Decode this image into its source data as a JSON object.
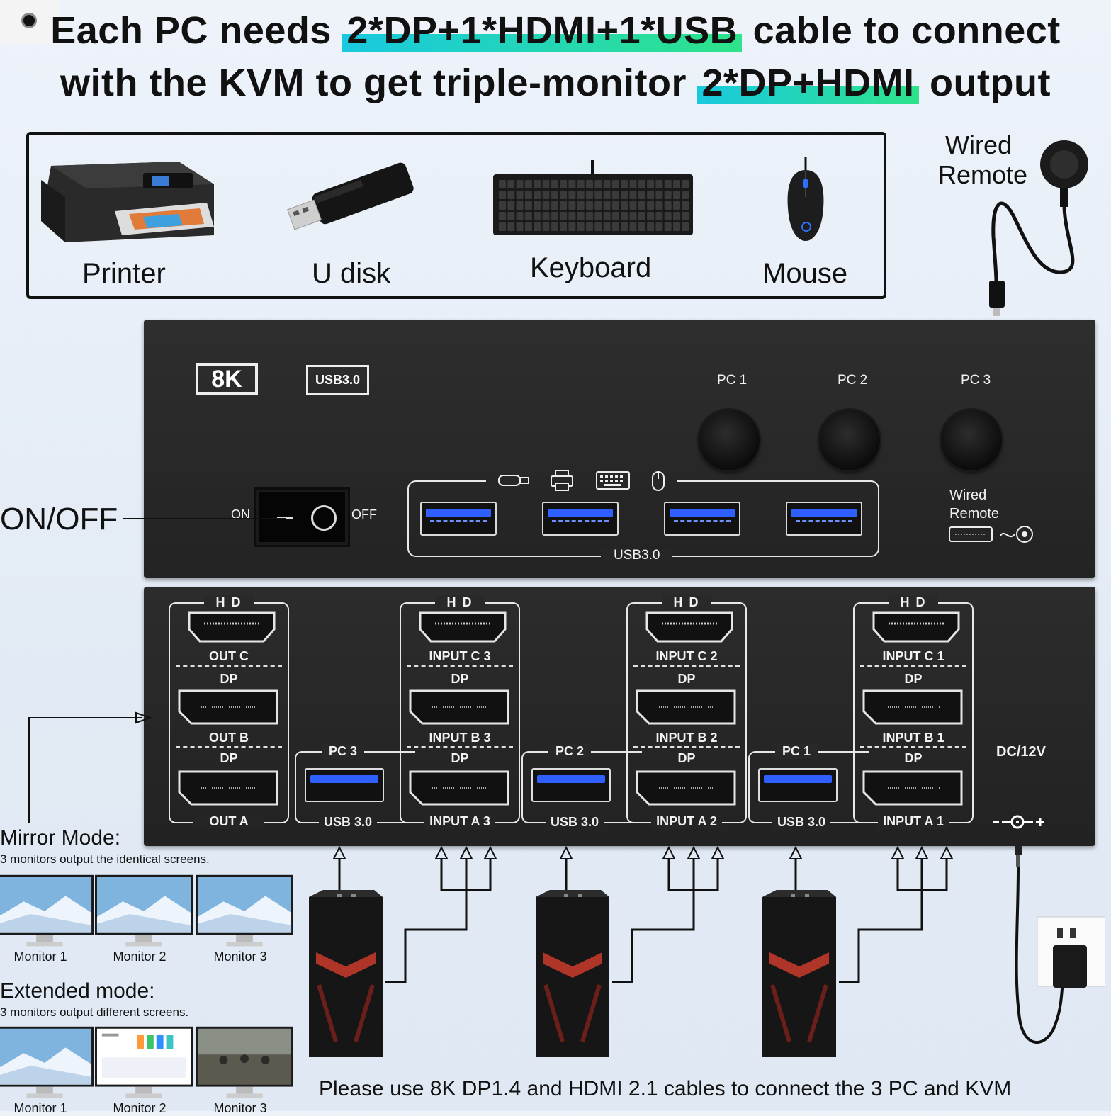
{
  "headline": {
    "line1_pre": "Each PC needs ",
    "line1_hl": "2*DP+1*HDMI+1*USB",
    "line1_post": " cable to connect",
    "line2_pre": "with the KVM to get triple-monitor ",
    "line2_hl": "2*DP+HDMI",
    "line2_post": " output"
  },
  "devices": [
    {
      "label": "Printer",
      "icon": "printer-icon"
    },
    {
      "label": "U disk",
      "icon": "usb-drive-icon"
    },
    {
      "label": "Keyboard",
      "icon": "keyboard-icon"
    },
    {
      "label": "Mouse",
      "icon": "mouse-icon"
    }
  ],
  "wired_remote": {
    "label_line1": "Wired",
    "label_line2": "Remote"
  },
  "front_panel": {
    "badge_8k": "8K",
    "badge_usb": "USB3.0",
    "pc_buttons": [
      "PC 1",
      "PC 2",
      "PC 3"
    ],
    "switch_on": "ON",
    "switch_off": "OFF",
    "usb_label": "USB3.0",
    "remote_label_line1": "Wired",
    "remote_label_line2": "Remote"
  },
  "onoff_label": "ON/OFF",
  "back_panel": {
    "output_group": {
      "hd": "H D",
      "out_c": "OUT C",
      "dp1": "DP",
      "out_b": "OUT B",
      "dp2": "DP",
      "out_a": "OUT A"
    },
    "pc_groups": [
      {
        "pc": "PC 3",
        "usb": "USB 3.0",
        "hd": "H D",
        "c": "INPUT C 3",
        "dp1": "DP",
        "b": "INPUT B 3",
        "dp2": "DP",
        "a": "INPUT A 3"
      },
      {
        "pc": "PC 2",
        "usb": "USB 3.0",
        "hd": "H D",
        "c": "INPUT C 2",
        "dp1": "DP",
        "b": "INPUT B 2",
        "dp2": "DP",
        "a": "INPUT A 2"
      },
      {
        "pc": "PC 1",
        "usb": "USB 3.0",
        "hd": "H D",
        "c": "INPUT C 1",
        "dp1": "DP",
        "b": "INPUT B 1",
        "dp2": "DP",
        "a": "INPUT A 1"
      }
    ],
    "power": "DC/12V"
  },
  "mirror_mode": {
    "title": "Mirror Mode:",
    "desc": "3 monitors output the identical screens.",
    "monitors": [
      "Monitor 1",
      "Monitor 2",
      "Monitor 3"
    ]
  },
  "extended_mode": {
    "title": "Extended mode:",
    "desc": "3 monitors output different screens.",
    "monitors": [
      "Monitor 1",
      "Monitor 2",
      "Monitor 3"
    ]
  },
  "footer": "Please use 8K DP1.4 and HDMI 2.1 cables to connect the 3 PC and KVM",
  "colors": {
    "highlight_start": "#19c9e0",
    "highlight_end": "#2ee38a",
    "usb_blue": "#2f5fff",
    "kvm_body": "#262626"
  }
}
